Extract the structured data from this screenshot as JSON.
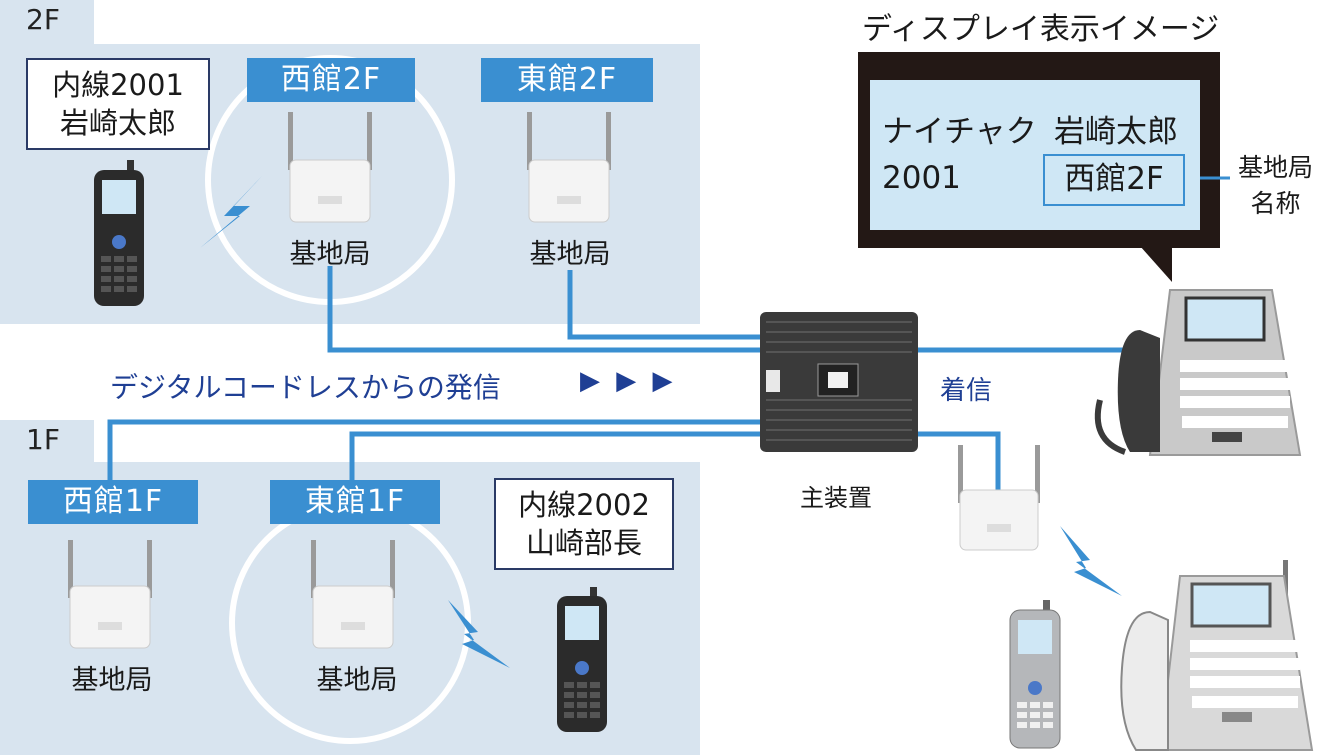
{
  "floors": {
    "upper_label": "2F",
    "lower_label": "1F"
  },
  "colors": {
    "floor_bg": "#d8e4ef",
    "label_blue": "#3a8fd1",
    "line_blue": "#3a8fd1",
    "navy": "#1f3f94",
    "display_bg": "#231815",
    "screen_bg": "#cfe7f5"
  },
  "upper": {
    "extension": {
      "line1": "内線2001",
      "line2": "岩崎太郎"
    },
    "west_label": "西館2F",
    "east_label": "東館2F",
    "west_base": "基地局",
    "east_base": "基地局"
  },
  "lower": {
    "west_label": "西館1F",
    "east_label": "東館1F",
    "extension": {
      "line1": "内線2002",
      "line2": "山崎部長"
    },
    "west_base": "基地局",
    "east_base": "基地局"
  },
  "center": {
    "flow_text": "デジタルコードレスからの発信",
    "arrows": "▶ ▶ ▶",
    "main_unit_label": "主装置",
    "incoming_label": "着信"
  },
  "display": {
    "title": "ディスプレイ表示イメージ",
    "row1_left": "ナイチャク",
    "row1_right": "岩崎太郎",
    "row2_left": "2001",
    "row2_right": "西館2F",
    "callout_line1": "基地局",
    "callout_line2": "名称"
  },
  "icons": {
    "base_station": "base-station-icon",
    "handset": "cordless-handset-icon",
    "desk_phone": "desk-phone-icon",
    "main_unit": "main-unit-icon",
    "signal": "lightning-signal-icon"
  }
}
